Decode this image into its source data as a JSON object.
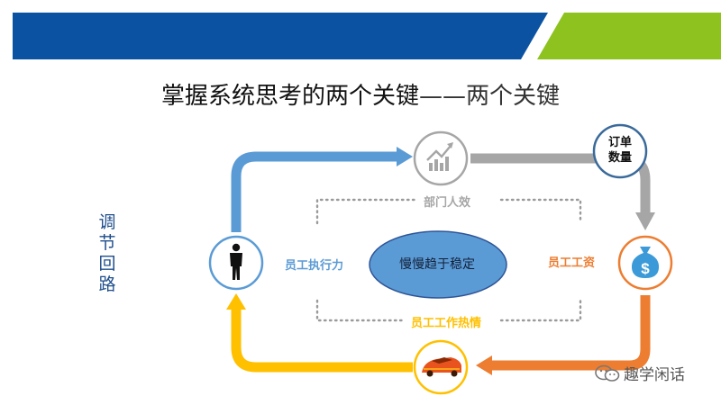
{
  "title": {
    "main": "掌握系统思考的两个关键",
    "sub": "——两个关键"
  },
  "side_label": [
    "调",
    "节",
    "回",
    "路"
  ],
  "nodes": {
    "top_icon": "chart-trend-up-icon",
    "order": {
      "line1": "订单",
      "line2": "数量"
    },
    "right_icon": "money-bag-icon",
    "bottom_icon": "sports-car-icon",
    "left_icon": "businessman-icon"
  },
  "labels": {
    "department_efficiency": "部门人效",
    "employee_execution": "员工执行力",
    "employee_salary": "员工工资",
    "employee_enthusiasm": "员工工作热情",
    "center": "慢慢趋于稳定"
  },
  "watermark": {
    "text": "趣学闲话",
    "icon": "wechat-icon"
  },
  "colors": {
    "banner_blue": "#0b53a2",
    "banner_green": "#8dc21f",
    "arrow_blue": "#5b9bd5",
    "arrow_gray": "#a6a6a6",
    "arrow_orange": "#ed7d31",
    "arrow_yellow": "#ffc000",
    "ellipse_fill": "#5b9bd5",
    "ellipse_stroke": "#2f5597",
    "label_blue": "#5b9bd5",
    "label_gray": "#a6a6a6",
    "label_orange": "#ed7d31",
    "label_yellow": "#ffc000"
  }
}
